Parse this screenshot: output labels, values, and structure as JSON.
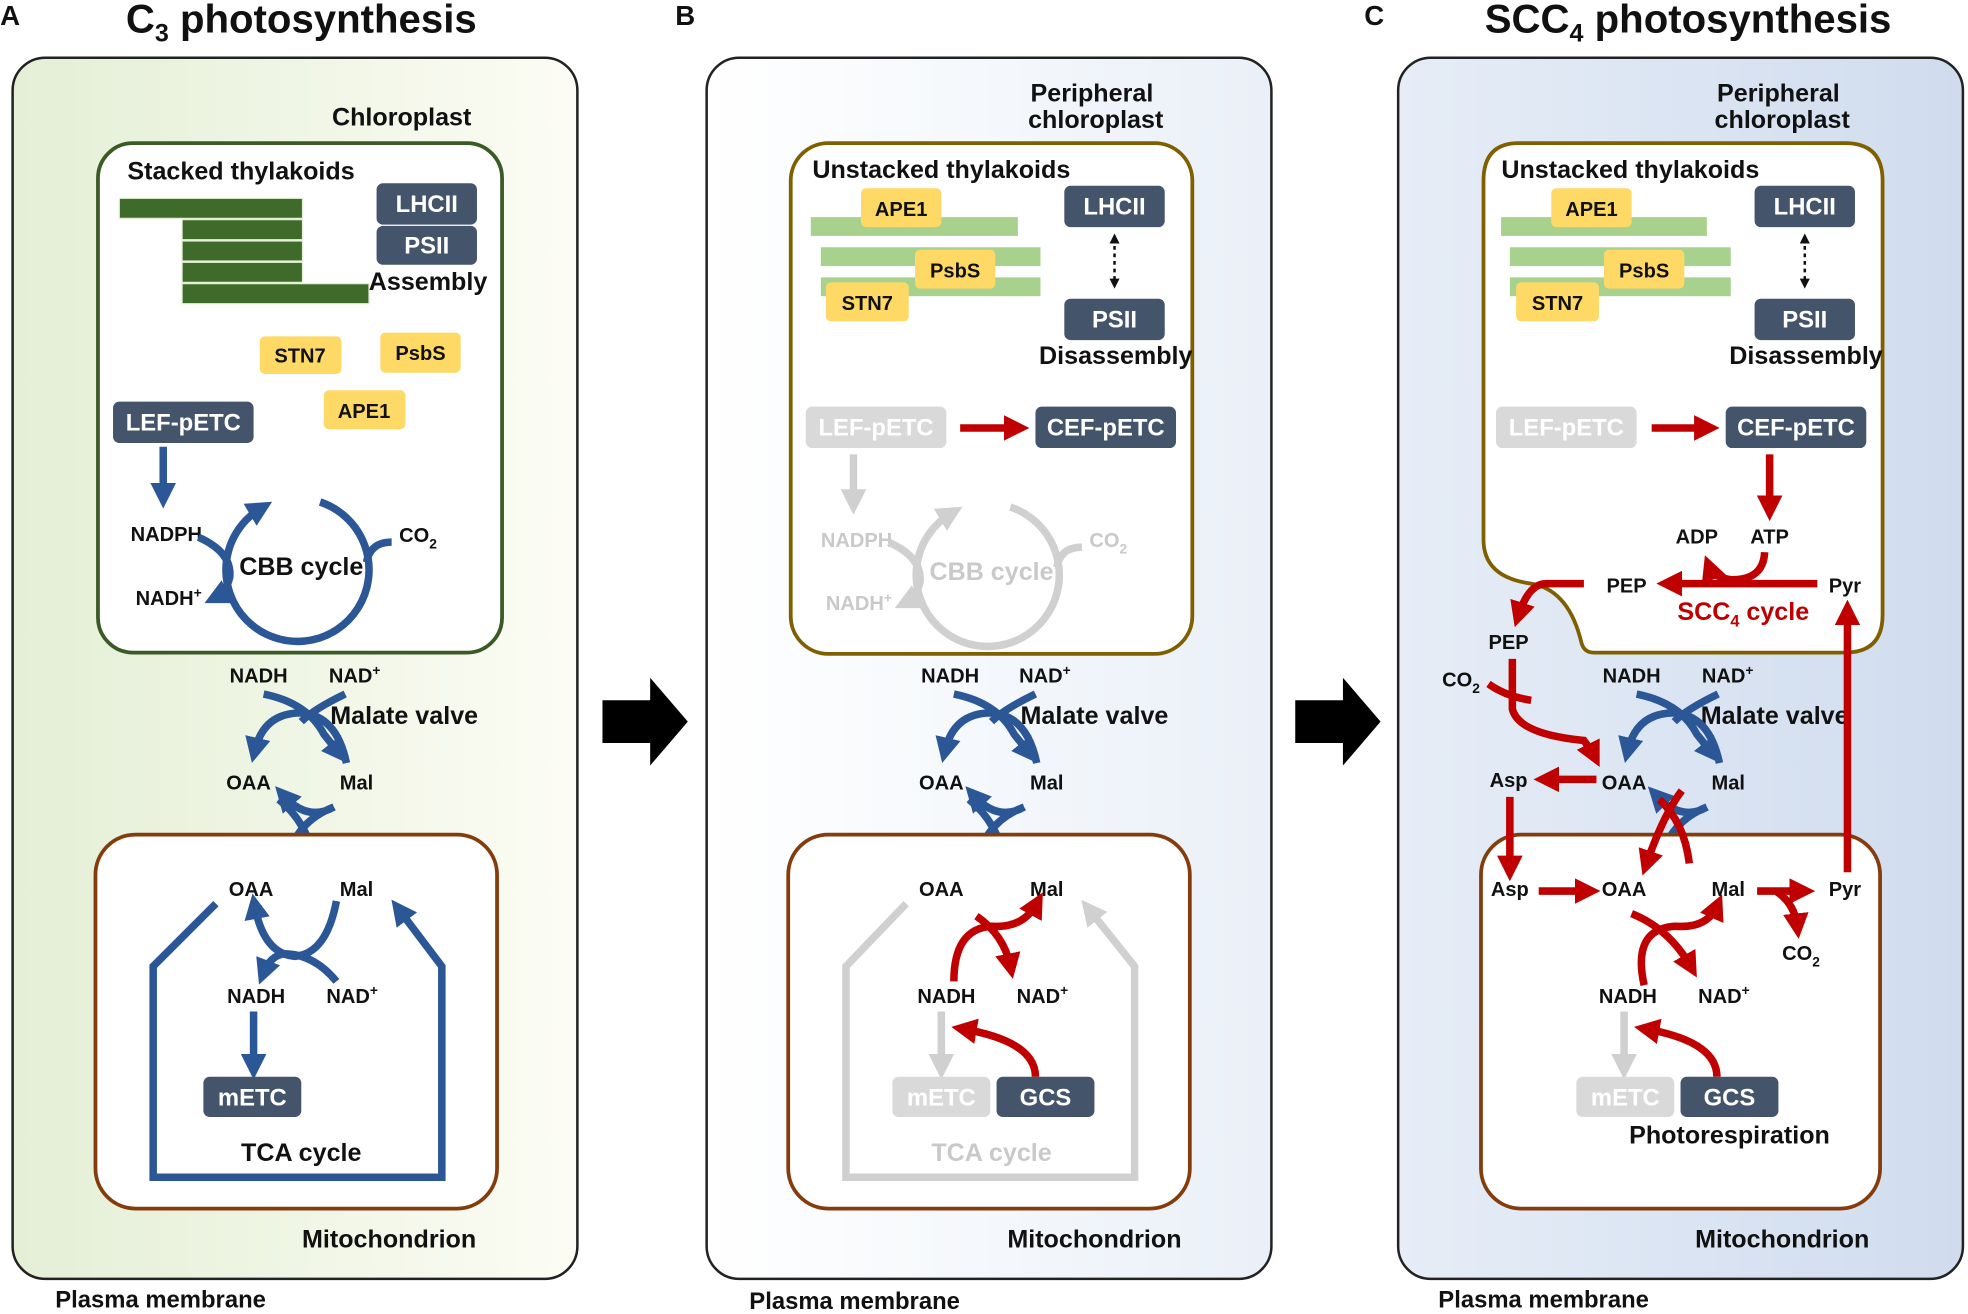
{
  "panels": {
    "A": {
      "letter": "A",
      "title_pre": "C",
      "title_sub": "3",
      "title_post": " photosynthesis",
      "plasma_membrane": "Plasma membrane",
      "chloroplast": "Chloroplast",
      "stacked_thylakoids": "Stacked thylakoids",
      "lhcii": "LHCII",
      "psii": "PSII",
      "assembly": "Assembly",
      "stn7": "STN7",
      "psbs": "PsbS",
      "ape1": "APE1",
      "lef_petc": "LEF-pETC",
      "nadph": "NADPH",
      "nadh_plus_pre": "NADH",
      "nadh_plus_sup": "+",
      "cbb_cycle": "CBB cycle",
      "co2_pre": "CO",
      "co2_sub": "2",
      "nadh": "NADH",
      "nad_pre": "NAD",
      "nad_sup": "+",
      "malate_valve": "Malate valve",
      "oaa": "OAA",
      "mal": "Mal",
      "m_oaa": "OAA",
      "m_mal": "Mal",
      "m_nadh": "NADH",
      "m_nad_pre": "NAD",
      "m_nad_sup": "+",
      "metc": "mETC",
      "tca_cycle": "TCA cycle",
      "mitochondrion": "Mitochondrion"
    },
    "B": {
      "letter": "B",
      "plasma_membrane": "Plasma membrane",
      "peripheral_1": "Peripheral",
      "peripheral_2": "chloroplast",
      "unstacked_thylakoids": "Unstacked thylakoids",
      "ape1": "APE1",
      "psbs": "PsbS",
      "stn7": "STN7",
      "lhcii": "LHCII",
      "psii": "PSII",
      "disassembly": "Disassembly",
      "lef_petc": "LEF-pETC",
      "cef_petc": "CEF-pETC",
      "nadph": "NADPH",
      "nadh_plus_pre": "NADH",
      "nadh_plus_sup": "+",
      "cbb_cycle": "CBB cycle",
      "co2_pre": "CO",
      "co2_sub": "2",
      "nadh": "NADH",
      "nad_pre": "NAD",
      "nad_sup": "+",
      "malate_valve": "Malate valve",
      "oaa": "OAA",
      "mal": "Mal",
      "m_oaa": "OAA",
      "m_mal": "Mal",
      "m_nadh": "NADH",
      "m_nad_pre": "NAD",
      "m_nad_sup": "+",
      "metc": "mETC",
      "gcs": "GCS",
      "tca_cycle": "TCA cycle",
      "mitochondrion": "Mitochondrion"
    },
    "C": {
      "letter": "C",
      "title_pre": "SCC",
      "title_sub": "4",
      "title_post": " photosynthesis",
      "plasma_membrane": "Plasma membrane",
      "peripheral_1": "Peripheral",
      "peripheral_2": "chloroplast",
      "unstacked_thylakoids": "Unstacked thylakoids",
      "ape1": "APE1",
      "psbs": "PsbS",
      "stn7": "STN7",
      "lhcii": "LHCII",
      "psii": "PSII",
      "disassembly": "Disassembly",
      "lef_petc": "LEF-pETC",
      "cef_petc": "CEF-pETC",
      "adp": "ADP",
      "atp": "ATP",
      "pep_in": "PEP",
      "pyr_in": "Pyr",
      "scc4_pre": "SCC",
      "scc4_sub": "4",
      "scc4_post": " cycle",
      "pep_out": "PEP",
      "co2_pre": "CO",
      "co2_sub": "2",
      "nadh": "NADH",
      "nad_pre": "NAD",
      "nad_sup": "+",
      "malate_valve": "Malate valve",
      "asp": "Asp",
      "oaa": "OAA",
      "mal": "Mal",
      "m_asp": "Asp",
      "m_oaa": "OAA",
      "m_mal": "Mal",
      "m_pyr": "Pyr",
      "m_co2_pre": "CO",
      "m_co2_sub": "2",
      "m_nadh": "NADH",
      "m_nad_pre": "NAD",
      "m_nad_sup": "+",
      "metc": "mETC",
      "gcs": "GCS",
      "photorespiration": "Photorespiration",
      "mitochondrion": "Mitochondrion"
    }
  },
  "colors": {
    "blue_arrow": "#2b5797",
    "red_arrow": "#c00000",
    "gray_arrow": "#d0d0d0",
    "dark_box": "#44546a",
    "yellow_box": "#ffd966",
    "dark_green": "#3f6b2a",
    "light_green": "#a9d18e",
    "chloroplast_border_A": "#3a5a26",
    "chloroplast_border_BC": "#7f5f00",
    "mito_border": "#843c0c"
  }
}
